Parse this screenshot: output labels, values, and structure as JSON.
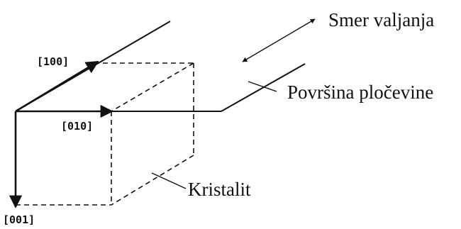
{
  "labels": {
    "dir_100": "[100]",
    "dir_010": "[010]",
    "dir_001": "[001]",
    "rolling_direction": "Smer valjanja",
    "sheet_surface": "Površina pločevine",
    "crystallite": "Kristalit"
  },
  "colors": {
    "ink": "#111111",
    "background": "#ffffff"
  }
}
